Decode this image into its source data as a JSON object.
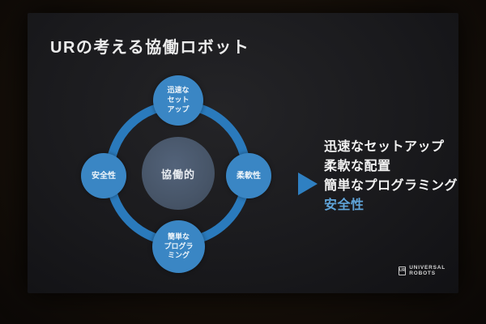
{
  "slide": {
    "title": "URの考える協働ロボット",
    "diagram": {
      "center_label": "協働的",
      "node_top": "迅速な\nセット\nアップ",
      "node_right": "柔軟性",
      "node_bottom": "簡単な\nプログラ\nミング",
      "node_left": "安全性"
    },
    "bullets": [
      {
        "text": "迅速なセットアップ",
        "color": "#f2f2f2"
      },
      {
        "text": "柔軟な配置",
        "color": "#f2f2f2"
      },
      {
        "text": "簡単なプログラミング",
        "color": "#f2f2f2"
      },
      {
        "text": "安全性",
        "color": "#5fa4d9"
      }
    ],
    "footer": {
      "brand": "UNIVERSAL ROBOTS",
      "logo_initials": "UR"
    },
    "colors": {
      "ring": "#2a7abc",
      "node_fill": "#3a86c4",
      "center_fill": "#475568",
      "arrow": "#2f80c2",
      "title_text": "#ececec"
    }
  }
}
